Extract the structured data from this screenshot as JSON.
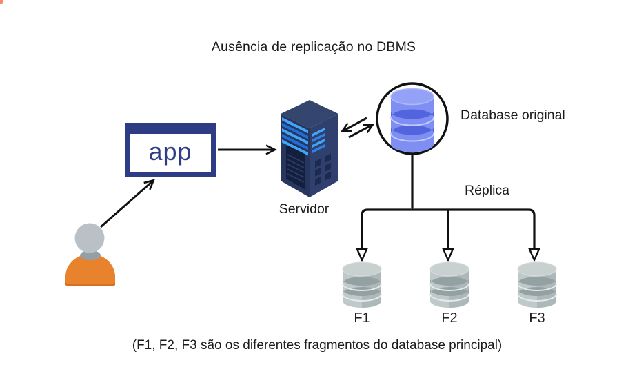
{
  "title": "Ausência de replicação no DBMS",
  "caption": "(F1, F2, F3 são os diferentes fragmentos do database principal)",
  "app": {
    "label": "app"
  },
  "server": {
    "label": "Servidor"
  },
  "database": {
    "label": "Database original"
  },
  "replica": {
    "label": "Réplica"
  },
  "fragments": [
    {
      "label": "F1"
    },
    {
      "label": "F2"
    },
    {
      "label": "F3"
    }
  ],
  "icons": {
    "person": "user-icon",
    "server": "server-tower-icon",
    "database": "database-cylinder-icon",
    "sync": "bidirectional-arrows-icon",
    "fragment": "database-cylinder-icon"
  },
  "colors": {
    "app_navy": "#2e3c85",
    "person_orange": "#e8822d",
    "person_head_gray": "#b9c1c7",
    "database_blue": "#7e8ef3",
    "database_blue_dark": "#5365de",
    "fragment_gray": "#c0c9c9",
    "fragment_gray_dark": "#94a1a3",
    "server_navy": "#2f406f",
    "server_panel": "#131f3d",
    "server_stripe_blue": "#41a4f6",
    "line_black": "#111111",
    "background": "#ffffff"
  }
}
